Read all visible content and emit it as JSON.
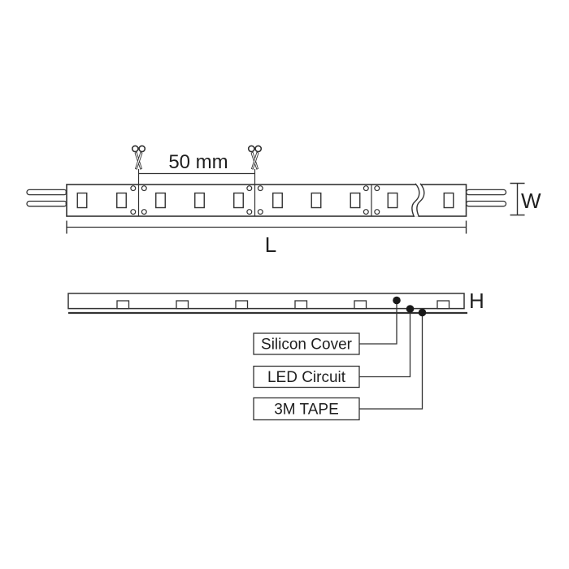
{
  "top_view": {
    "cut_length_label": "50 mm",
    "length_label": "L",
    "width_label": "W"
  },
  "side_view": {
    "height_label": "H",
    "callouts": [
      {
        "label": "Silicon Cover"
      },
      {
        "label": "LED Circuit"
      },
      {
        "label": "3M TAPE"
      }
    ]
  },
  "colors": {
    "line": "#333333",
    "text": "#1f1f1f",
    "dot": "#191919",
    "background": "#ffffff"
  }
}
